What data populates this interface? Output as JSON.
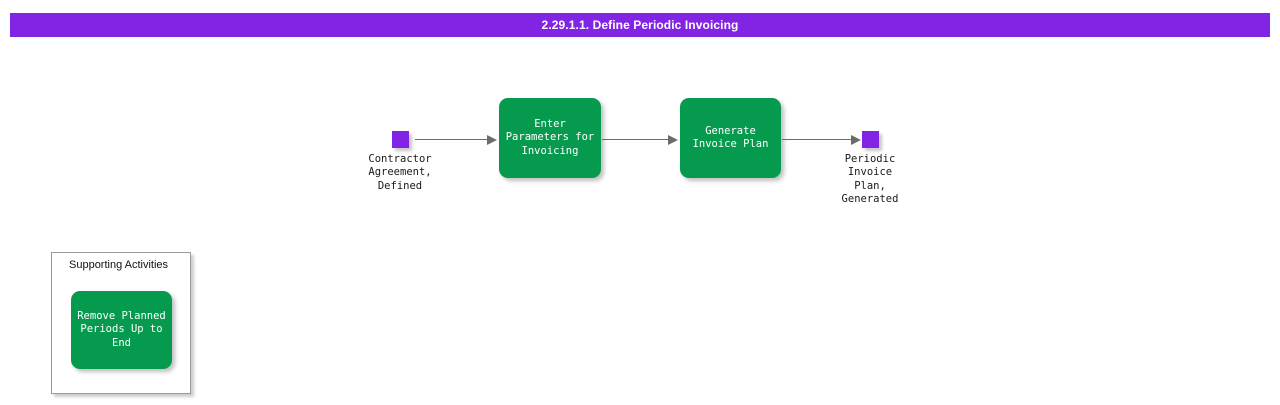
{
  "header": {
    "title": "2.29.1.1. Define Periodic Invoicing",
    "background_color": "#8224e3",
    "text_color": "#ffffff"
  },
  "colors": {
    "event_purple": "#8224e3",
    "function_green": "#069a4e",
    "connector_gray": "#6b6b6b",
    "panel_border": "#9a9a9a",
    "canvas_background": "#ffffff",
    "label_text": "#1a1a1a",
    "node_text": "#ffffff"
  },
  "diagram": {
    "type": "epc-process-flow",
    "nodes": [
      {
        "id": "start-event",
        "kind": "event",
        "label": "Contractor\nAgreement,\nDefined",
        "shape": "square",
        "color": "#8224e3"
      },
      {
        "id": "function-enter-parameters",
        "kind": "function",
        "label": "Enter\nParameters for\nInvoicing",
        "shape": "rounded-rect",
        "color": "#069a4e"
      },
      {
        "id": "function-generate-invoice-plan",
        "kind": "function",
        "label": "Generate\nInvoice Plan",
        "shape": "rounded-rect",
        "color": "#069a4e"
      },
      {
        "id": "end-event",
        "kind": "event",
        "label": "Periodic\nInvoice\nPlan,\nGenerated",
        "shape": "square",
        "color": "#8224e3"
      }
    ],
    "connectors": [
      {
        "id": "edge-1",
        "from": "start-event",
        "to": "function-enter-parameters",
        "style": "arrow"
      },
      {
        "id": "edge-2",
        "from": "function-enter-parameters",
        "to": "function-generate-invoice-plan",
        "style": "arrow"
      },
      {
        "id": "edge-3",
        "from": "function-generate-invoice-plan",
        "to": "end-event",
        "style": "arrow"
      }
    ]
  },
  "supporting_activities": {
    "title": "Supporting Activities",
    "items": [
      {
        "id": "function-remove-planned-periods",
        "kind": "function",
        "label": "Remove Planned\nPeriods Up to\nEnd",
        "color": "#069a4e"
      }
    ]
  }
}
